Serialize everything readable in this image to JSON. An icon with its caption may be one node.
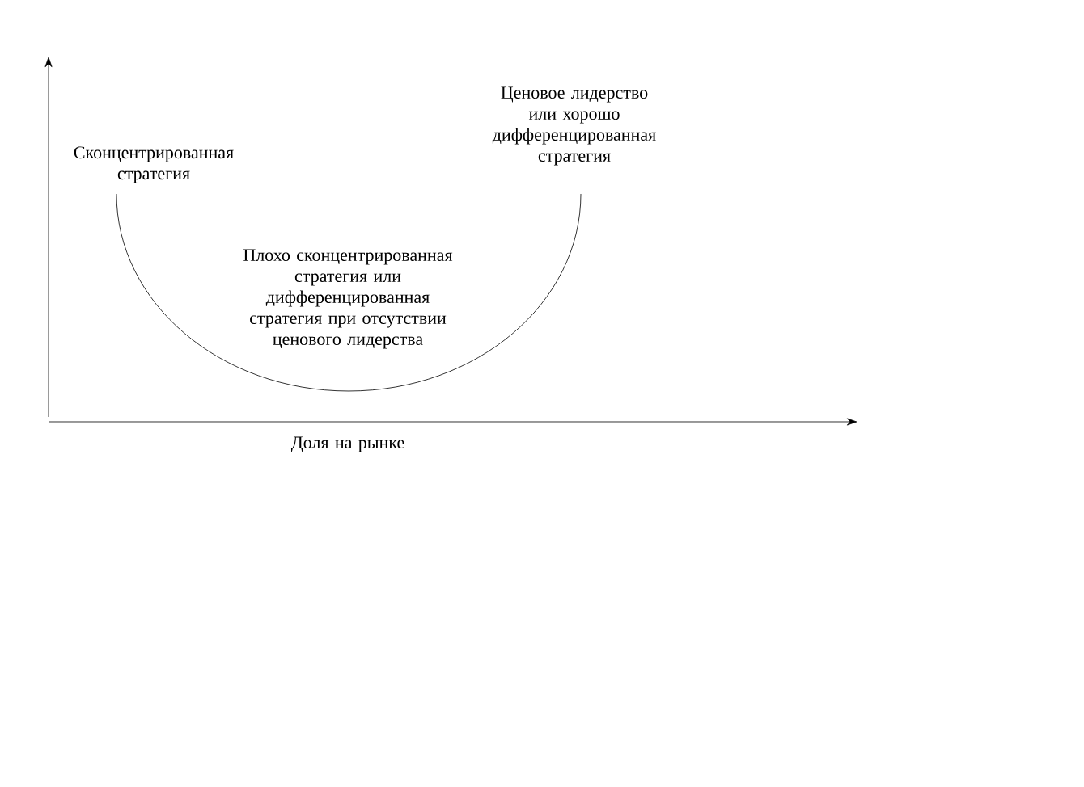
{
  "diagram": {
    "labels": [
      "Сконцентрированная стратегия",
      "Ценовое лидерство или хорошо дифференцированная стратегия",
      "Плохо сконцентрированная стратегия или дифференцированная стратегия при отсутствии ценового лидерства",
      "Доля на рынке"
    ]
  }
}
